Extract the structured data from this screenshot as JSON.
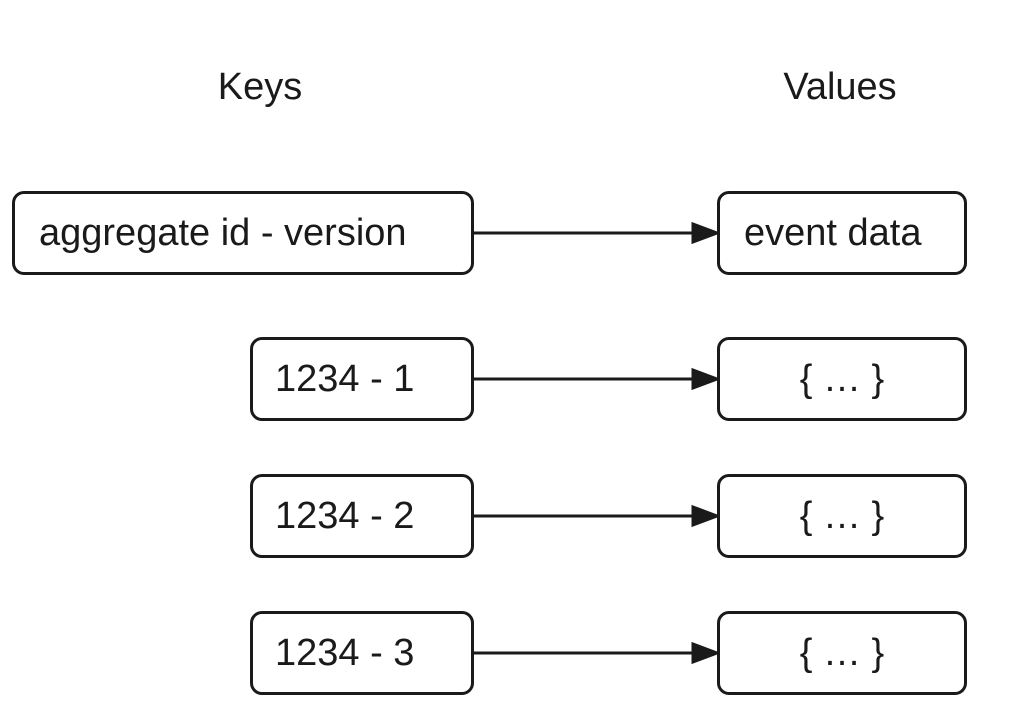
{
  "headers": {
    "keys": "Keys",
    "values": "Values"
  },
  "rows": [
    {
      "key": "aggregate id - version",
      "value": "event data"
    },
    {
      "key": "1234 - 1",
      "value": "{ … }"
    },
    {
      "key": "1234 - 2",
      "value": "{ … }"
    },
    {
      "key": "1234 - 3",
      "value": "{ … }"
    }
  ]
}
